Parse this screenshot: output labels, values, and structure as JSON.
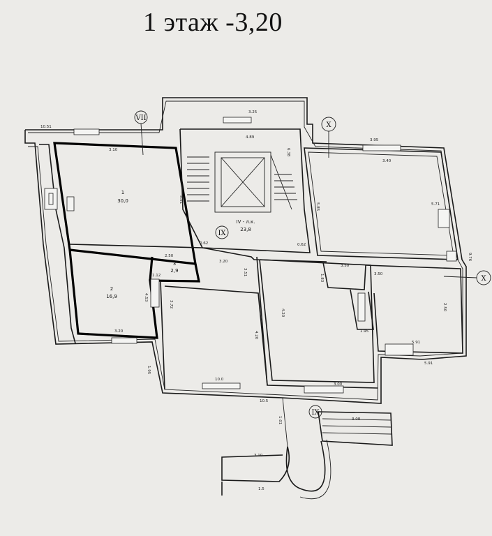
{
  "title": "1 этаж -3,20",
  "rooms": {
    "r1": {
      "num": "1",
      "area": "30,0"
    },
    "r2": {
      "num": "2",
      "area": "16,9"
    },
    "r3": {
      "num": "3",
      "area": "2,9"
    },
    "stair": {
      "label": "IV - л.к.",
      "area": "23,8"
    }
  },
  "axes": {
    "a7": "VII",
    "a10_top": "X",
    "a10_right": "X",
    "a9_stair": "IX",
    "a9_entry": "IX"
  },
  "dims": {
    "d_top_left": "10.51",
    "d_top": "3.25",
    "d_r1_top": "3.10",
    "d_stair": "4.89",
    "d_r1_side": "5.51",
    "d_right_top": "3.95",
    "d_right_win": "3.40",
    "d_right_side": "5.85",
    "d_right_inner": "5.71",
    "d_right_h": "6.38",
    "d_right_far": "9.76",
    "d_mid1": "3.20",
    "d_mid2": "3.51",
    "d_small": "1.83",
    "d_r3": "2.50",
    "d_r3b": "1.12",
    "d_r2": "4.53",
    "d_r2_bot": "3.20",
    "d_corr": "3.72",
    "d_lowmid": "4.20",
    "d_lowmid2": "4.20",
    "d_r_low1": "3.50",
    "d_r_low2": "3.50",
    "d_r_low3": "2.50",
    "d_entry": "10.0",
    "d_entry2": "3.00",
    "d_porch": "3.08",
    "d_porch2": "3.10",
    "d_porch3": "1.5",
    "d_left_low": "1.95",
    "d_step1": "0.62",
    "d_step2": "0.62",
    "d_left_bot": "10.5",
    "d_ent_side": "1.01",
    "d_v1": "5.91",
    "d_v2": "5.91",
    "d_v3": "1.95"
  }
}
